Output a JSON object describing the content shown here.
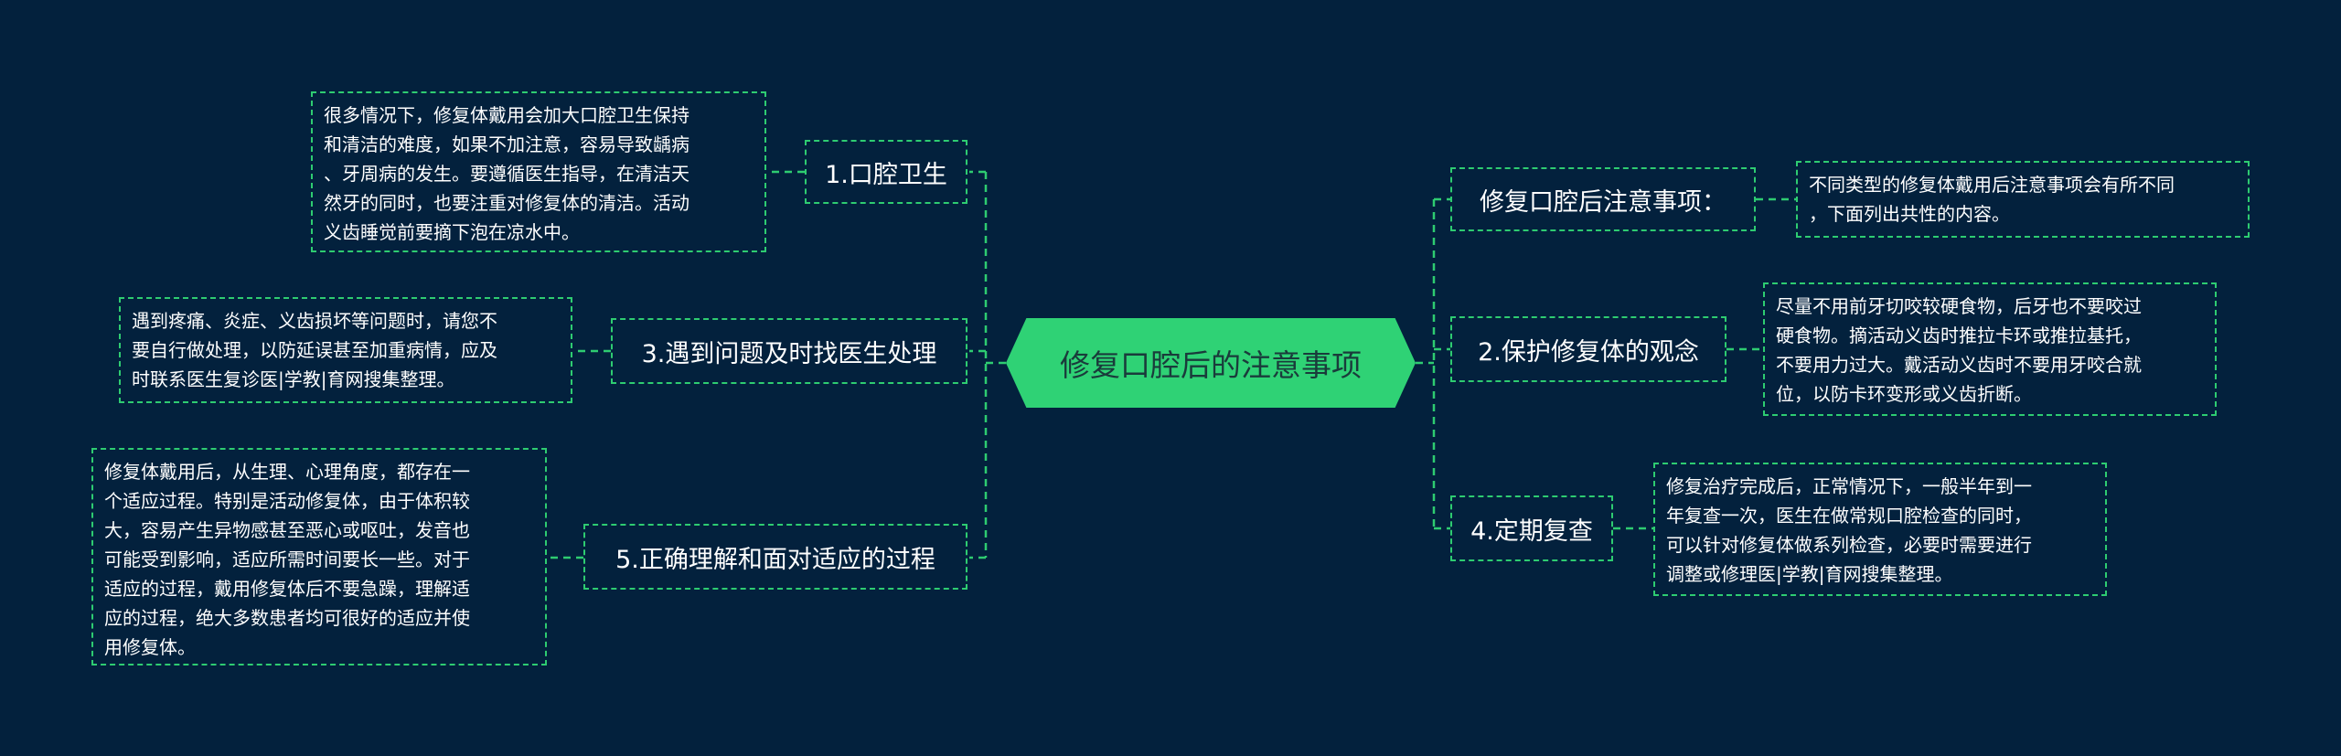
{
  "center": {
    "label": "修复口腔后的注意事项"
  },
  "left_topics": [
    {
      "label": "1.口腔卫生",
      "note_lines": [
        "很多情况下，修复体戴用会加大口腔卫生保持",
        "和清洁的难度，如果不加注意，容易导致龋病",
        "、牙周病的发生。要遵循医生指导，在清洁天",
        "然牙的同时，也要注重对修复体的清洁。活动",
        "义齿睡觉前要摘下泡在凉水中。"
      ]
    },
    {
      "label": "3.遇到问题及时找医生处理",
      "note_lines": [
        "遇到疼痛、炎症、义齿损坏等问题时，请您不",
        "要自行做处理，以防延误甚至加重病情，应及",
        "时联系医生复诊医|学教|育网搜集整理。"
      ]
    },
    {
      "label": "5.正确理解和面对适应的过程",
      "note_lines": [
        "修复体戴用后，从生理、心理角度，都存在一",
        "个适应过程。特别是活动修复体，由于体积较",
        "大，容易产生异物感甚至恶心或呕吐，发音也",
        "可能受到影响，适应所需时间要长一些。对于",
        "适应的过程，戴用修复体后不要急躁，理解适",
        "应的过程，绝大多数患者均可很好的适应并使",
        "用修复体。"
      ]
    }
  ],
  "right_topics": [
    {
      "label": "修复口腔后注意事项：",
      "note_lines": [
        "不同类型的修复体戴用后注意事项会有所不同",
        "，下面列出共性的内容。"
      ]
    },
    {
      "label": "2.保护修复体的观念",
      "note_lines": [
        "尽量不用前牙切咬较硬食物，后牙也不要咬过",
        "硬食物。摘活动义齿时推拉卡环或推拉基托，",
        "不要用力过大。戴活动义齿时不要用牙咬合就",
        "位，以防卡环变形或义齿折断。"
      ]
    },
    {
      "label": "4.定期复查",
      "note_lines": [
        "修复治疗完成后，正常情况下，一般半年到一",
        "年复查一次，医生在做常规口腔检查的同时，",
        "可以针对修复体做系列检查，必要时需要进行",
        "调整或修理医|学教|育网搜集整理。"
      ]
    }
  ],
  "colors": {
    "background": "#03213d",
    "accent": "#2ecc71",
    "center_fill": "#2fd275",
    "text": "#ffffff"
  }
}
